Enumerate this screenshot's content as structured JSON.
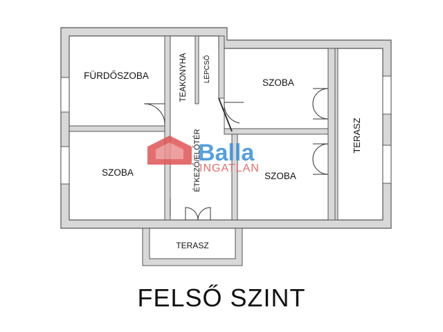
{
  "rooms": {
    "furdoszoba": "FÜRDŐSZOBA",
    "teakonyha": "TEAKONYHA",
    "lepcso": "LÉPCSŐ",
    "szoba_top_right": "SZOBA",
    "szoba_left": "SZOBA",
    "etkezo_eloter": "ÉTKEZŐ/ELŐTÉR",
    "szoba_mid_right": "SZOBA",
    "terasz_right": "TERASZ",
    "terasz_bottom": "TERASZ"
  },
  "watermark": {
    "brand": "Balla",
    "sub": "INGATLAN"
  },
  "caption": "FELSŐ SZINT",
  "colors": {
    "wall": "#555555",
    "wall_fill": "#d8d8d8",
    "watermark_red": "#e05555",
    "watermark_blue": "#3a8fd6"
  }
}
